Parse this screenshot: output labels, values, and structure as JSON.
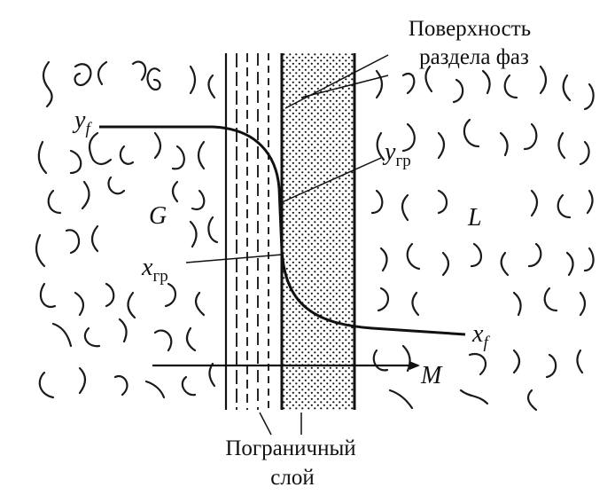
{
  "labels": {
    "interface_line1": "Поверхность",
    "interface_line2": "раздела фаз",
    "boundary_line1": "Пограничный",
    "boundary_line2": "слой",
    "y_f_main": "y",
    "y_f_sub": "f",
    "y_gr_main": "y",
    "y_gr_sub": "гр",
    "x_gr_main": "x",
    "x_gr_sub": "гр",
    "x_f_main": "x",
    "x_f_sub": "f",
    "gas_phase": "G",
    "liquid_phase": "L",
    "flow": "M"
  },
  "colors": {
    "ink": "#111111",
    "background": "#ffffff"
  }
}
